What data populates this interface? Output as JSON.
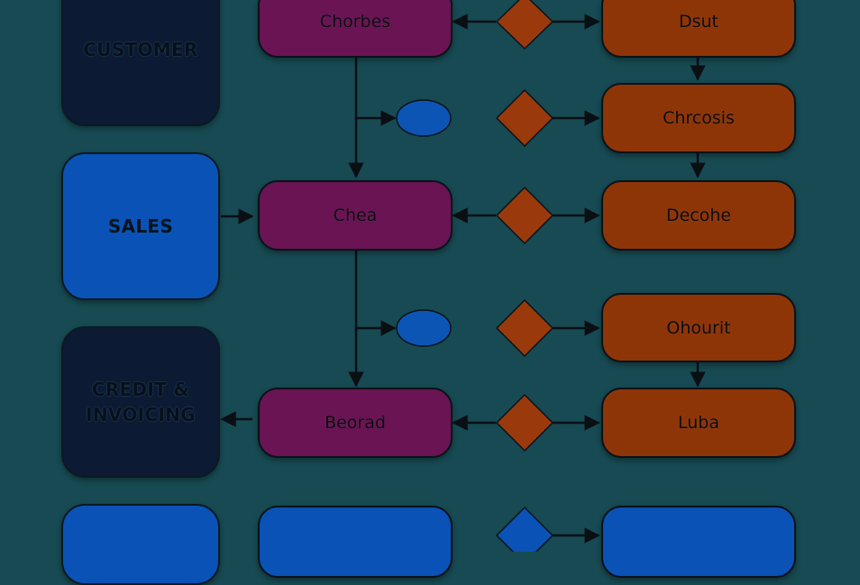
{
  "lanes": [
    {
      "label_lines": [
        "CUSTOMER"
      ],
      "style": "dark"
    },
    {
      "label_lines": [
        "SALES"
      ],
      "style": "blue"
    },
    {
      "label_lines": [
        "CREDIT &",
        "INVOICING"
      ],
      "style": "dark"
    },
    {
      "label_lines": [],
      "style": "blue"
    }
  ],
  "process_nodes": [
    {
      "id": "purple1",
      "label": "Chorbes",
      "color": "purple"
    },
    {
      "id": "purple2",
      "label": "Chea",
      "color": "purple"
    },
    {
      "id": "purple3",
      "label": "Beorad",
      "color": "purple"
    },
    {
      "id": "purple4",
      "label": "",
      "color": "blue"
    },
    {
      "id": "orange1",
      "label": "Dsut",
      "color": "orange"
    },
    {
      "id": "orange2",
      "label": "Chrcosis",
      "color": "orange"
    },
    {
      "id": "orange3",
      "label": "Decohe",
      "color": "orange"
    },
    {
      "id": "orange4",
      "label": "Ohourit",
      "color": "orange"
    },
    {
      "id": "orange5",
      "label": "Luba",
      "color": "orange"
    },
    {
      "id": "orange6",
      "label": "",
      "color": "blue"
    }
  ],
  "colors": {
    "background": "#174a52",
    "purple": "#6a1454",
    "orange": "#8e3508",
    "blue": "#0a52b6",
    "dark": "#0c1a33",
    "decision_orange": "#9a3a0c",
    "decision_blue": "#0a52b6",
    "ellipse": "#0d55b5",
    "line": "#0a0f14"
  }
}
